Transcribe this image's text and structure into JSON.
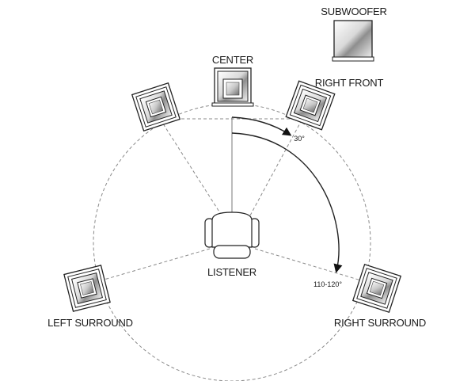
{
  "labels": {
    "subwoofer": "SUBWOOFER",
    "center": "CENTER",
    "right_front": "RIGHT FRONT",
    "listener": "LISTENER",
    "left_surround": "LEFT SURROUND",
    "right_surround": "RIGHT SURROUND"
  },
  "angles": {
    "front": "30°",
    "surround": "110-120°"
  },
  "colors": {
    "line": "#222222",
    "dashed": "#8a8a8a",
    "speaker_face": "#e2e2e2"
  },
  "icons": {
    "speaker": "speaker-box-icon",
    "subwoofer": "subwoofer-cube-icon",
    "listener": "armchair-icon"
  }
}
